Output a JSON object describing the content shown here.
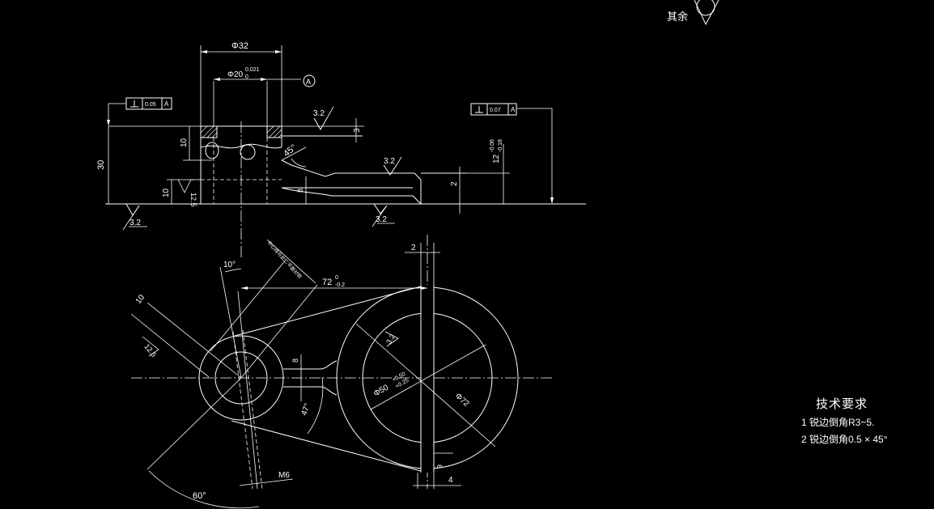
{
  "top_view": {
    "dim_outer_dia": "Φ32",
    "dim_bore": "Φ20",
    "dim_bore_tol_upper": "0.021",
    "dim_bore_tol_lower": "0",
    "datum": "A",
    "dim_height_total": "30",
    "dim_top_10": "10",
    "dim_bottom_10": "10",
    "dim_3": "3",
    "dim_8": "8",
    "dim_2": "2",
    "dim_12": "12",
    "dim_12_tol_upper": "-0.06",
    "dim_12_tol_lower": "-0.18",
    "chamfer_angle": "45°",
    "rough_12_5": "12.5",
    "rough_3_2_a": "3.2",
    "rough_3_2_b": "3.2",
    "rough_3_2_c": "3.2",
    "rough_3_2_d": "3.2",
    "gdt_left_tol": "0.05",
    "gdt_left_datum": "A",
    "gdt_right_tol": "0.07",
    "gdt_right_datum": "A"
  },
  "plan_view": {
    "dim_angle_10": "10°",
    "dim_10": "10",
    "dim_72": "72",
    "dim_72_tol_upper": "0",
    "dim_72_tol_lower": "-0.2",
    "dim_2": "2",
    "dim_8": "8",
    "dim_phi50": "Φ50",
    "dim_phi50_tol_upper": "+0.50",
    "dim_phi50_tol_lower": "+0.25",
    "dim_phi72": "Φ72",
    "dim_47": "47°",
    "dim_6": "6",
    "dim_4": "4",
    "dim_60": "60°",
    "thread": "M6",
    "rough_12_5": "12.5",
    "rough_3_2": "3.2",
    "note_leader": "中心线与此二平面对称"
  },
  "corner_note": "其余",
  "tech": {
    "title": "技术要求",
    "item1": "1  锐边倒角R3~5.",
    "item2": "2  锐边倒角0.5 × 45°"
  }
}
